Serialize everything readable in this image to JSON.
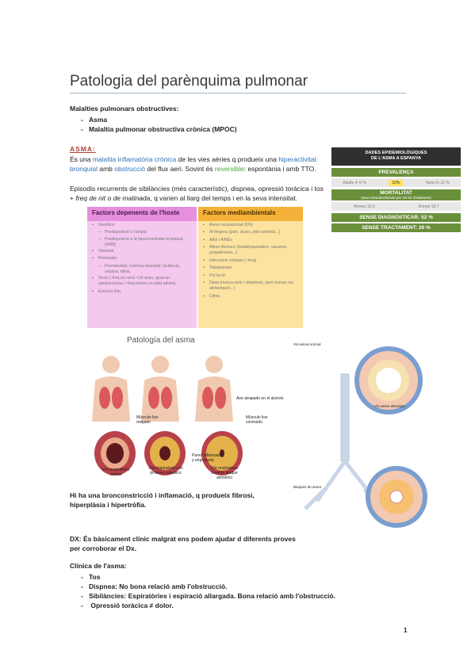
{
  "title": "Patologia del parènquima pulmonar",
  "obstructive": {
    "heading": "Malalties pulmonars obstructives:",
    "items": [
      "Asma",
      "Malaltia pulmonar obstructiva crònica (MPOC)"
    ]
  },
  "asma": {
    "heading": "ASMA:",
    "def_part1": "És una ",
    "def_term1": "malaltia inflamatòria crònica",
    "def_part2": " de les vies aèries q produeix una ",
    "def_term2": "hiperactivitat bronquial",
    "def_part3": " amb ",
    "def_term3": "obstrucció",
    "def_part4": " del flux aeri. Sovint és ",
    "def_term4": "reversible",
    "def_part5": ": espontània i amb TTO.",
    "episodes_part1": "Episodis recurrents de sibilàncies (més característic), dispnea, opressió toràcica i tos + ",
    "episodes_italic": "freq de nit o de matinada",
    "episodes_part2": ", q varien al llarg del temps i en la seva intensitat."
  },
  "factors": {
    "host_header": "Factors depenents de l'hoste",
    "env_header": "Factors mediambientals",
    "host_items": [
      {
        "text": "Genètics",
        "subs": [
          "Predisposició a l'atòpia",
          "Predisposició a la hiperreactivitat bronquial (HRB)"
        ]
      },
      {
        "text": "Obesitat",
        "subs": []
      },
      {
        "text": "Perinatals",
        "subs": [
          "Prematuritat, icterícia neonatal, lactància, cesària, tabac"
        ]
      },
      {
        "text": "Sexe (↑freq en nens <14 anys, igual en adolescència i ↑freq dones en edat adulta)",
        "subs": []
      },
      {
        "text": "Exercici físic",
        "subs": []
      }
    ],
    "env_items": [
      "Asma ocupacional (5%)",
      "Al·lèrgens (pols, àcars, pels animals...)",
      "AAS i AINEs",
      "Altres fàrmacs (betabloqueadors, vacunes, propafenona...)",
      "Infeccions víriques (↑freq)",
      "Tabaquisme",
      "Pol·lució",
      "Dieta (menys peix i vitamines, però menys rec, alimentació...)",
      "Clima"
    ]
  },
  "epi": {
    "header_line1": "DADES EPIDEMIOLÒGIQUES",
    "header_line2": "DE L'ASMA A ESPANYA",
    "prevalence_label": "PREVALENÇA",
    "prev_adults": "Adults 4–5 %",
    "prev_mid": "10%",
    "prev_children": "Nens 6–11 %",
    "mortality_label": "MORTALITAT",
    "mortality_sub": "(taxa estandarditzada per mil·lió d'habitants)",
    "mort_men": "Homes 10,3",
    "mort_women": "Dones 13,7",
    "undiag": "SENSE DIAGNOSTICAR: 52 %",
    "untreated": "SENSE TRACTAMENT: 26 %"
  },
  "figure1": {
    "title": "Patología del asma",
    "label_aire": "Aire atrapado en el alvéolo",
    "label_musculo_relajado": "Músculo liso relajado",
    "label_musculo_contraido": "Músculo liso contraído",
    "label_pared": "Pared inflamada y engrosada",
    "label_normal": "Vía respiratoria normal",
    "label_asmatico": "Vía respiratoria con proceso asmático",
    "label_ataque": "Vía respiratoria durante ataque asmático"
  },
  "figure2": {
    "label_top": "Vía aérea normal",
    "label_mid": "Vía aérea afectada",
    "label_bottom": "Bloqueo de asma"
  },
  "hi_ha": "Hi ha una bronconstricció i inflamació, q produeix fibrosi, hiperplàsia i hipertròfia.",
  "dx": "DX: És bàsicament clínic malgrat ens podem ajudar d diferents proves per corroborar el Dx.",
  "clinica": {
    "heading": "Clínica de l'asma:",
    "items": [
      "Tos",
      "Dispnea: No bona relació amb l'obstrucció.",
      "Sibilàncies: Espiratòries i espiració allargada. Bona relació amb l'obstrucció.",
      " Opressió toràcica ≠ dolor."
    ]
  },
  "page_number": "1",
  "colors": {
    "blue_term": "#2b73b8",
    "green_term": "#4aa03a",
    "host_bg": "#f5c8f0",
    "env_bg": "#fde3a0"
  }
}
